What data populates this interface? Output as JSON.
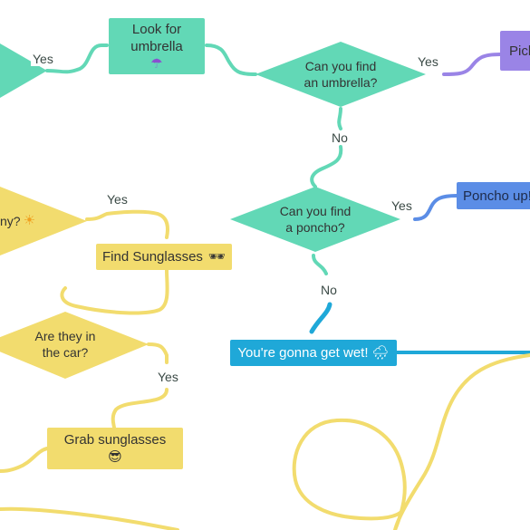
{
  "nodes": {
    "look_for_umbrella": {
      "line1": "Look for",
      "line2": "umbrella",
      "icon": "☂"
    },
    "can_find_umbrella": {
      "line1": "Can you find",
      "line2": "an umbrella?"
    },
    "pick_partial": "Pick",
    "can_find_poncho": {
      "line1": "Can you find",
      "line2": "a poncho?"
    },
    "poncho_up": "Poncho up!",
    "gonna_get_wet": {
      "text": "You're gonna get wet!",
      "icon": "🌧"
    },
    "sunny_partial": {
      "text": "ny?",
      "icon": "☀"
    },
    "find_sunglasses": {
      "text": "Find Sunglasses",
      "icon": "🕶"
    },
    "are_they_in_car": {
      "line1": "Are they in",
      "line2": "the car?"
    },
    "grab_sunglasses": {
      "text": "Grab sunglasses",
      "icon": "😎"
    }
  },
  "edge_labels": {
    "yes_left_top": "Yes",
    "yes_umbrella": "Yes",
    "no_umbrella": "No",
    "yes_poncho": "Yes",
    "no_poncho": "No",
    "yes_sunny": "Yes",
    "yes_car": "Yes"
  },
  "colors": {
    "teal": "#62d8b6",
    "yellow": "#f2dc6e",
    "blue": "#5b8de6",
    "purple": "#9a84e6",
    "cyan": "#1fa8d8"
  }
}
